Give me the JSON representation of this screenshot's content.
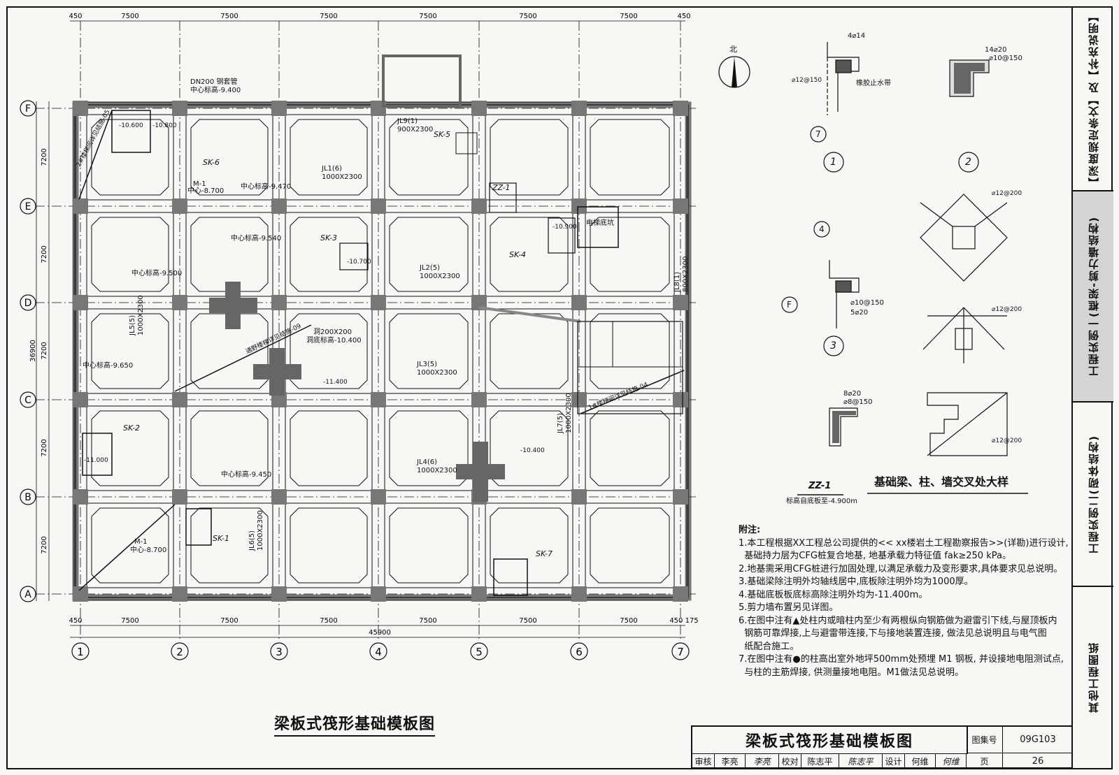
{
  "grid": {
    "col_labels": [
      "1",
      "2",
      "3",
      "4",
      "5",
      "6",
      "7"
    ],
    "row_labels": [
      "F",
      "E",
      "D",
      "C",
      "B",
      "A"
    ],
    "top_dims": [
      "450",
      "7500",
      "7500",
      "7500",
      "7500",
      "7500",
      "7500",
      "450"
    ],
    "bottom_dims": [
      "450",
      "7500",
      "7500",
      "7500",
      "7500",
      "7500",
      "7500",
      "450 175"
    ],
    "total_width": "45900",
    "left_dims": [
      "7200",
      "7200",
      "7200",
      "7200",
      "7200"
    ],
    "total_height": "36900"
  },
  "beams": [
    {
      "name": "JL9(1)",
      "size": "900X2300"
    },
    {
      "name": "JL1(6)",
      "size": "1000X2300"
    },
    {
      "name": "JL2(5)",
      "size": "1000X2300"
    },
    {
      "name": "JL3(5)",
      "size": "1000X2300"
    },
    {
      "name": "JL4(6)",
      "size": "1000X2300"
    },
    {
      "name": "JL5(5)",
      "size": "1000X2300"
    },
    {
      "name": "JL6(5)",
      "size": "1000X2300"
    },
    {
      "name": "JL7(5)",
      "size": "1000X2300"
    },
    {
      "name": "JL8(1)",
      "size": "800X2300"
    }
  ],
  "plan_labels": {
    "pipe1": "DN200 钢套管",
    "pipe1_elev": "中心标高-9.400",
    "pipe2_elev": "中心标高-9.470",
    "pipe3_elev": "中心标高-9.540",
    "pipe4_elev": "中心标高-9.500",
    "pipe5_elev": "中心标高-9.650",
    "pipe6_elev": "中心标高-9.450",
    "m1": "M-1",
    "m1_center": "中心-8.700",
    "sk1": "SK-1",
    "sk2": "SK-2",
    "sk3": "SK-3",
    "sk4": "SK-4",
    "sk5": "SK-5",
    "sk6": "SK-6",
    "sk7": "SK-7",
    "zz1": "ZZ-1",
    "elevator": "电梯底坑",
    "hole": "洞200X200",
    "hole_elev": "洞底标高-10.400",
    "stair1": "2#楼梯间详见结施-05",
    "stair2": "1#楼梯间详见结施-04",
    "hatch": "通野楼梯详见结施-09",
    "north": "北",
    "elev_10400": "-10.400",
    "elev_11000": "-11.000",
    "elev_11400": "-11.400",
    "elev_10600": "-10.600",
    "elev_10700": "-10.700",
    "elev_10800": "-10.800",
    "elev_10900": "-10.900"
  },
  "details": {
    "d1_rebar": "4⌀14",
    "d1_stirrup": "⌀12@150",
    "d1_band": "橡胶止水带",
    "d2_rebar": "14⌀20",
    "d2_stirrup": "⌀10@150",
    "d3_stirrup": "⌀10@150",
    "d3_rebar": "5⌀20",
    "zz_rebar": "8⌀20",
    "zz_stirrup": "⌀8@150",
    "zz_title": "ZZ-1",
    "zz_note": "标高自底板至-4.900m",
    "x_rebar": "⌀12@200",
    "caption": "基础梁、柱、墙交叉处大样",
    "d1_num": "1",
    "d2_num": "2",
    "d3_num": "3",
    "axis7": "7",
    "axis4": "4",
    "axisF": "F"
  },
  "notes": {
    "heading": "附注:",
    "lines": [
      "1.本工程根据XX工程总公司提供的<< xx楼岩土工程勘察报告>>(详勘)进行设计,",
      "  基础持力层为CFG桩复合地基, 地基承载力特征值 fak≥250 kPa。",
      "2.地基需采用CFG桩进行加固处理,以满足承载力及变形要求,具体要求见总说明。",
      "3.基础梁除注明外均轴线居中,底板除注明外均为1000厚。",
      "4.基础底板板底标高除注明外均为-11.400m。",
      "5.剪力墙布置另见详图。",
      "6.在图中注有▲处柱内或暗柱内至少有两根纵向钢筋做为避雷引下线,与屋顶板内",
      "  钢筋可靠焊接,上与避雷带连接,下与接地装置连接, 做法见总说明且与电气图",
      "  纸配合施工。",
      "7.在图中注有●的柱高出室外地坪500mm处预埋 M1 钢板, 并设接地电阻测试点,",
      "  与柱的主筋焊接, 供测量接地电阻。M1做法见总说明。"
    ]
  },
  "drawing_title": "梁板式筏形基础模板图",
  "title_block": {
    "title": "梁板式筏形基础模板图",
    "atlas_label": "图集号",
    "atlas_no": "09G103",
    "page_label": "页",
    "page_no": "26",
    "review": "审核",
    "reviewer": "李亮",
    "reviewer_sig": "李亮",
    "check": "校对",
    "checker": "陈志平",
    "checker_sig": "陈志平",
    "design": "设计",
    "designer": "何维",
    "designer_sig": "何维"
  },
  "side_strip": [
    "【深度规定条文】及【补充说明】",
    "工程实例一(框架-剪力墙结构)",
    "工程实例二(砌体结构)",
    "其他工程图纸"
  ]
}
